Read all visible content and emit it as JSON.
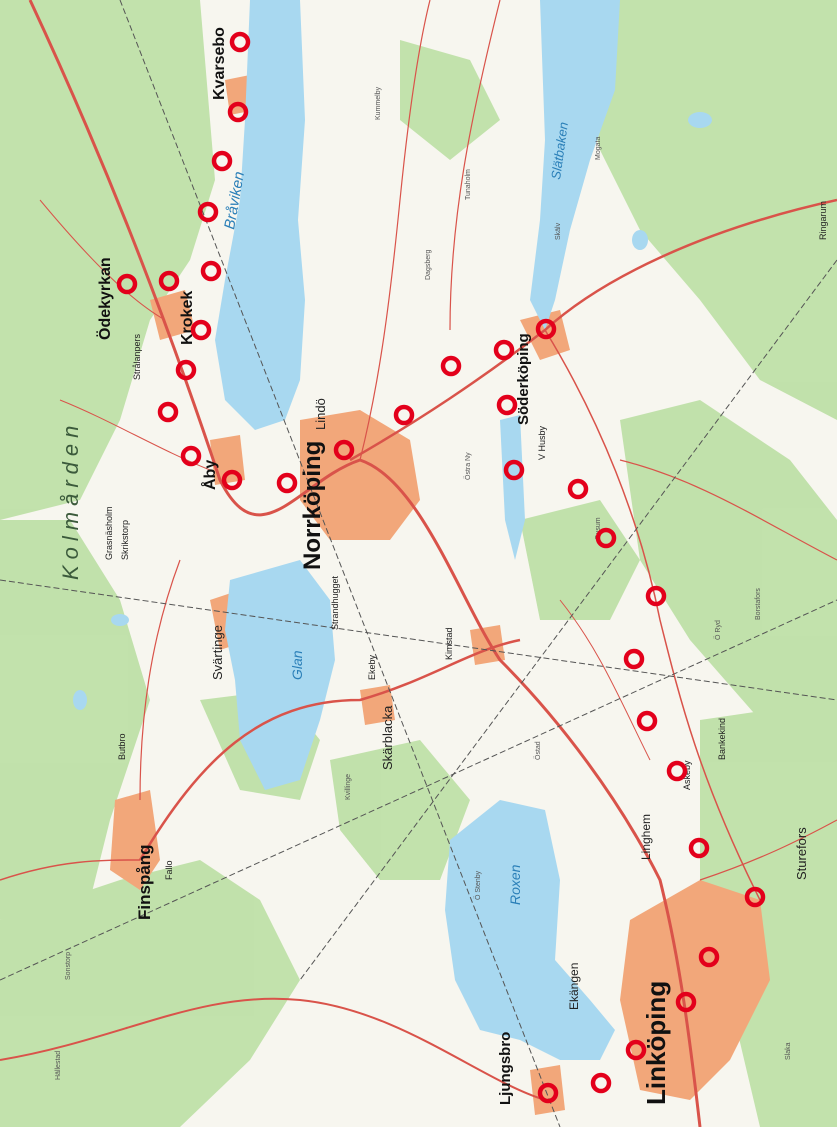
{
  "map": {
    "colors": {
      "land": "#ffffff",
      "forest": "#b9dea4",
      "water": "#a8d8f0",
      "urban": "#f2a77a",
      "road": "#d9534a",
      "marker": "#e3001b"
    },
    "region_label": "Kolmården",
    "major_places": {
      "norrkoping": "Norrköping",
      "linkoping": "Linköping",
      "finspang": "Finspång",
      "soderkoping": "Söderköping",
      "ljungsbro": "Ljungsbro"
    },
    "route_places": {
      "kvarsebo": "Kvarsebo",
      "odekyrkan": "Ödekyrkan",
      "krokek": "Krokek",
      "aby": "Åby"
    },
    "towns": {
      "svartinge": "Svärtinge",
      "skarblacka": "Skärblacka",
      "lindo": "Lindö",
      "ekangen": "Ekängen",
      "linghem": "Linghem",
      "sturefors": "Sturefors",
      "kimstad": "Kimstad",
      "vhusby": "V Husby",
      "ekeby": "Ekeby",
      "bankekind": "Bankekind",
      "askeby": "Askeby",
      "butbro": "Butbro",
      "fallo": "Fallo",
      "strandhugget": "Strandhugget",
      "ringarum": "Ringarum",
      "stralanpers": "Strålanpers",
      "skrikstorp": "Skrikstorp",
      "grasnaholm": "Grasnäsholm"
    },
    "water": {
      "braviken": "Bråviken",
      "glan": "Glan",
      "roxen": "Roxen",
      "slatbaken": "Slätbaken"
    }
  }
}
